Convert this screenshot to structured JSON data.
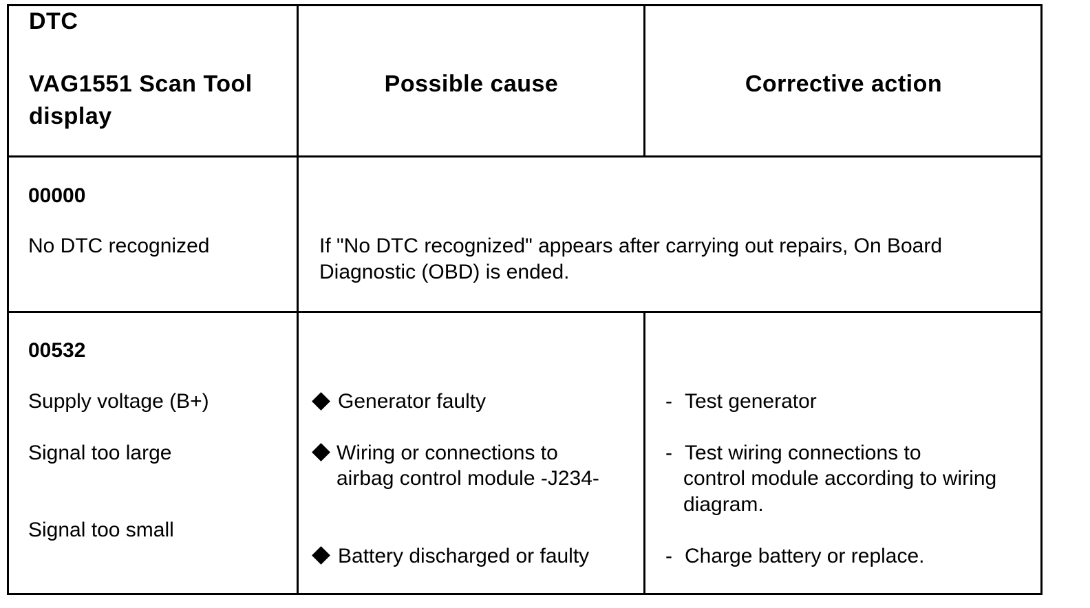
{
  "table": {
    "headers": {
      "dtc_line1": "DTC",
      "dtc_line2": "VAG1551 Scan Tool",
      "dtc_line3": "display",
      "cause": "Possible cause",
      "action": "Corrective action"
    },
    "rows": [
      {
        "code": "00000",
        "text": "No DTC recognized",
        "note_line1": "If \"No DTC recognized\" appears after carrying out repairs, On Board",
        "note_line2": "Diagnostic (OBD) is ended."
      },
      {
        "code": "00532",
        "texts": [
          "Supply voltage (B+)",
          "Signal too large",
          "Signal too small"
        ],
        "causes": [
          {
            "line1": "Generator faulty"
          },
          {
            "line1": "Wiring or connections to",
            "line2": "airbag control module -J234-"
          },
          {
            "line1": "Battery discharged or faulty"
          }
        ],
        "actions": [
          {
            "line1": "Test generator"
          },
          {
            "line1": "Test wiring connections to",
            "line2": "control module according to wiring",
            "line3": "diagram."
          },
          {
            "line1": "Charge battery or replace."
          }
        ],
        "dash": "-"
      }
    ]
  }
}
